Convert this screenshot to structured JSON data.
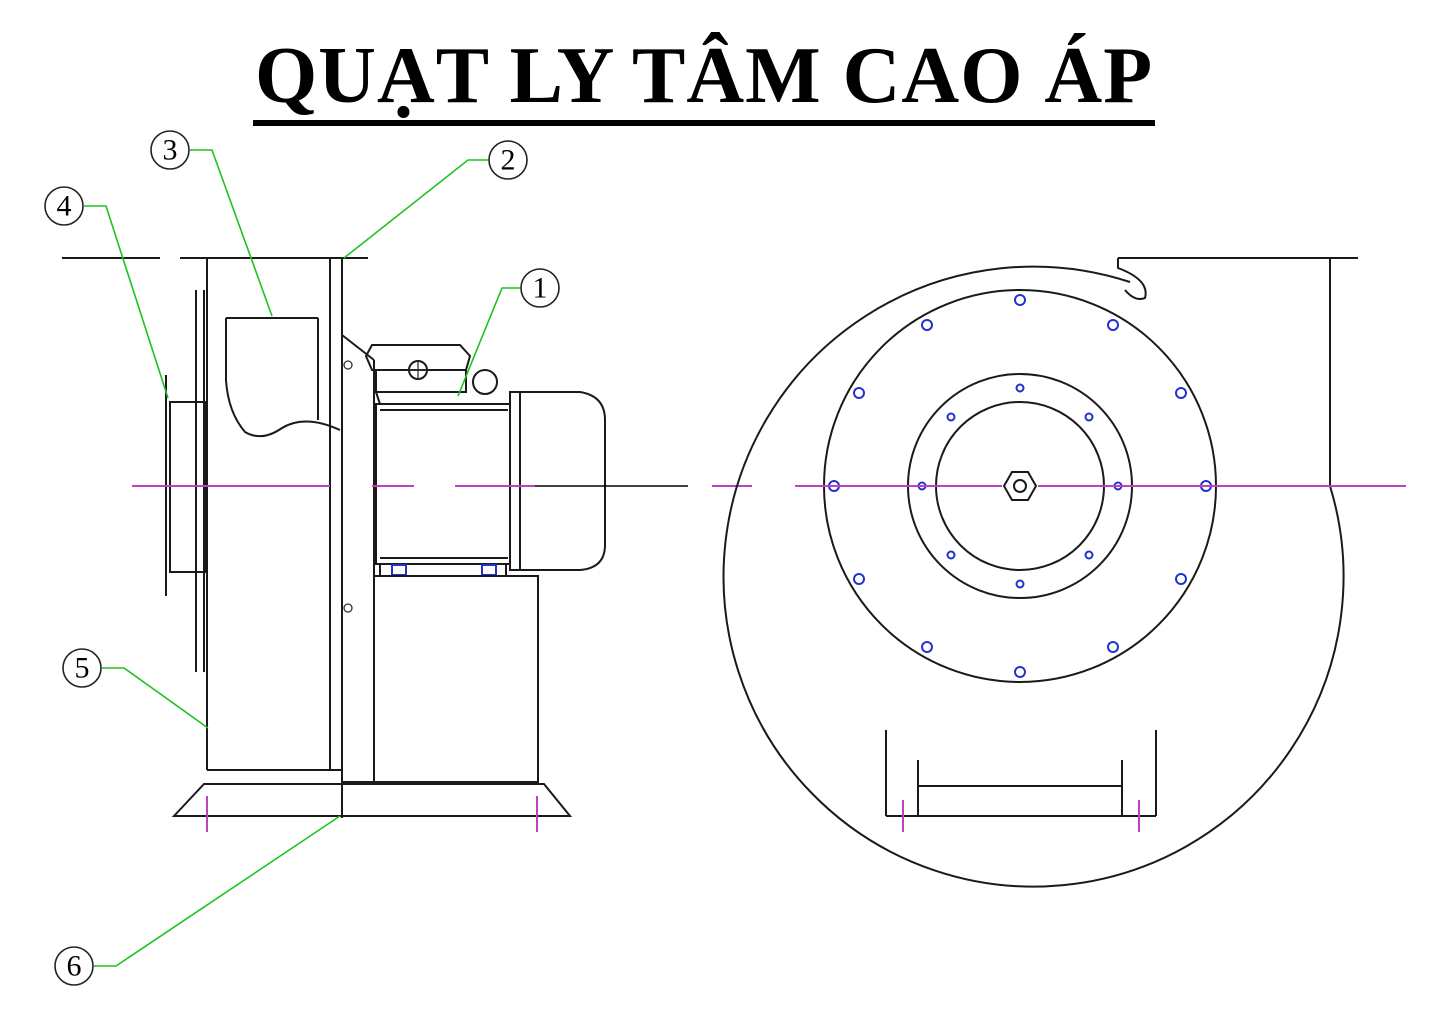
{
  "title": "QUẠT LY TÂM CAO ÁP",
  "callouts": [
    {
      "label": "1"
    },
    {
      "label": "2"
    },
    {
      "label": "3"
    },
    {
      "label": "4"
    },
    {
      "label": "5"
    },
    {
      "label": "6"
    }
  ],
  "colors": {
    "line": "#1a1a1a",
    "axis": "#c040c0",
    "leader": "#1fc21f",
    "bolt": "#2233cc"
  }
}
